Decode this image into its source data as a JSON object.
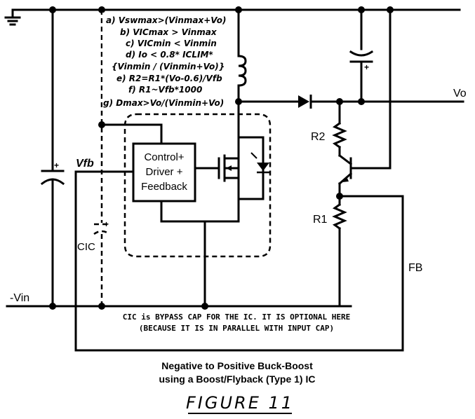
{
  "nodes": {
    "vo": "Vo",
    "vin": "-Vin",
    "vfb": "Vfb",
    "fb": "FB",
    "r1": "R1",
    "r2": "R2",
    "cic": "CIC"
  },
  "controller": {
    "line1": "Control+",
    "line2": "Driver +",
    "line3": "Feedback"
  },
  "conditions": [
    "a) Vswmax>(Vinmax+Vo)",
    "b) VICmax > Vinmax",
    "c) VICmin < Vinmin",
    "d) Io < 0.8* ICLIM*",
    "{Vinmin / (Vinmin+Vo)}",
    "e) R2=R1*(Vo-0.6)/Vfb",
    "f) R1~Vfb*1000",
    "g) Dmax>Vo/(Vinmin+Vo)"
  ],
  "note": {
    "line1": "CIC is BYPASS CAP FOR THE IC. IT IS OPTIONAL HERE",
    "line2": "(BECAUSE IT IS IN PARALLEL WITH INPUT CAP)"
  },
  "caption": {
    "line1": "Negative to Positive Buck-Boost",
    "line2": "using a Boost/Flyback (Type 1) IC"
  },
  "figure_label": "FIGURE 11"
}
